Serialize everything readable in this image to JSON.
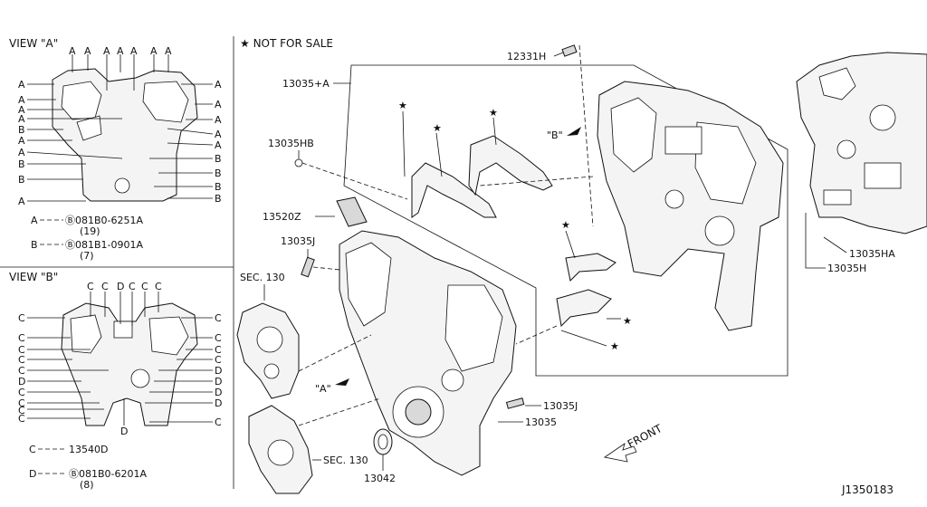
{
  "diagram_code": "J1350183",
  "not_for_sale_note": "★ NOT FOR SALE",
  "front_label": "FRONT",
  "view_a": {
    "title": "VIEW \"A\"",
    "legend": [
      {
        "key": "A",
        "part": "Ⓑ081B0-6251A",
        "qty": "(19)"
      },
      {
        "key": "B",
        "part": "Ⓑ081B1-0901A",
        "qty": "(7)"
      }
    ]
  },
  "view_b": {
    "title": "VIEW \"B\"",
    "legend": [
      {
        "key": "C",
        "part": "13540D",
        "qty": ""
      },
      {
        "key": "D",
        "part": "Ⓑ081B0-6201A",
        "qty": "(8)"
      }
    ]
  },
  "part_labels": {
    "p12331H": "12331H",
    "p13035A": "13035+A",
    "p13035HB": "13035HB",
    "p13520Z": "13520Z",
    "p13035J_top": "13035J",
    "p13035J_bottom": "13035J",
    "p13035": "13035",
    "p13042": "13042",
    "p13035HA": "13035HA",
    "p13035H": "13035H",
    "sec130_top": "SEC. 130",
    "sec130_bottom": "SEC. 130",
    "view_a_arrow": "\"A\"",
    "view_b_arrow": "\"B\""
  },
  "letters": {
    "A": "A",
    "B": "B",
    "C": "C",
    "D": "D"
  }
}
